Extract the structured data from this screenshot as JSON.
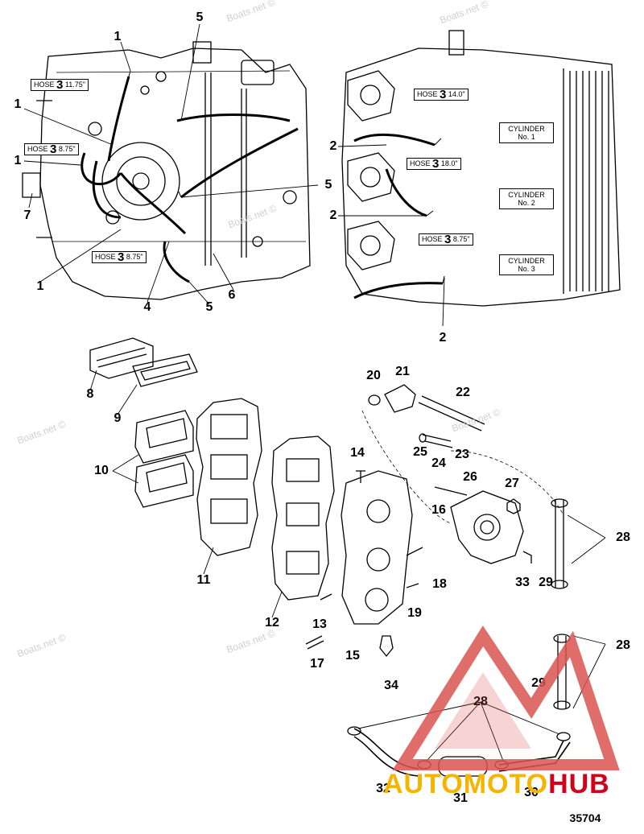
{
  "drawing_number": "35704",
  "watermarks": [
    "Boats.net ©",
    "Boats.net ©",
    "Boats.net ©",
    "Boats.net ©",
    "Boats.net ©",
    "Boats.net ©",
    "Boats.net ©"
  ],
  "brand_logo": {
    "text_a": "AUTOMOTO",
    "text_b": "HUB",
    "color_a": "#f5b400",
    "color_b": "#d0021b",
    "logo_color": "#d9534f"
  },
  "hose_tags": [
    {
      "prefix": "HOSE",
      "num": "3",
      "length": "11.75\""
    },
    {
      "prefix": "HOSE",
      "num": "3",
      "length": "8.75\""
    },
    {
      "prefix": "HOSE",
      "num": "3",
      "length": "8.75\""
    },
    {
      "prefix": "HOSE",
      "num": "3",
      "length": "14.0\""
    },
    {
      "prefix": "HOSE",
      "num": "3",
      "length": "18.0\""
    },
    {
      "prefix": "HOSE",
      "num": "3",
      "length": "8.75\""
    }
  ],
  "cylinders": [
    {
      "label": "CYLINDER",
      "num": "No. 1"
    },
    {
      "label": "CYLINDER",
      "num": "No. 2"
    },
    {
      "label": "CYLINDER",
      "num": "No. 3"
    }
  ],
  "callouts": {
    "top_left": [
      "1",
      "5",
      "1",
      "1",
      "7",
      "5",
      "1",
      "4",
      "5",
      "6"
    ],
    "top_right": [
      "2",
      "2",
      "2"
    ],
    "bottom": [
      "8",
      "9",
      "10",
      "11",
      "12",
      "13",
      "14",
      "15",
      "16",
      "17",
      "18",
      "19",
      "20",
      "21",
      "22",
      "23",
      "24",
      "25",
      "26",
      "27",
      "28",
      "28",
      "28",
      "29",
      "29",
      "30",
      "31",
      "32",
      "33",
      "34"
    ]
  }
}
